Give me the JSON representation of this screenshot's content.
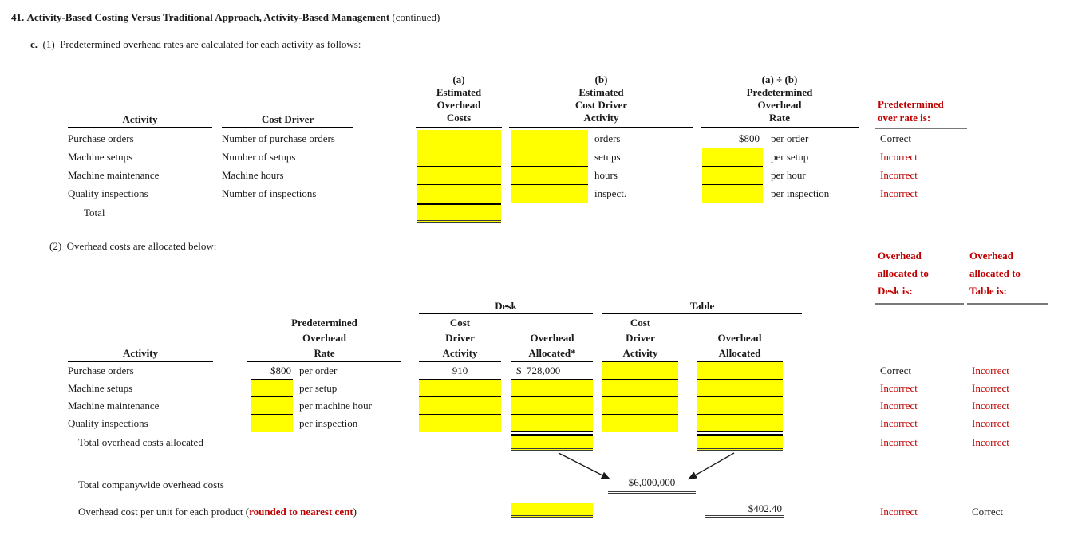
{
  "page": {
    "title_number": "41.",
    "title_bold": "Activity-Based Costing Versus Traditional Approach, Activity-Based Management",
    "title_suffix": "(continued)",
    "section_c_label": "c.",
    "part1_label": "(1)",
    "part1_text": "Predetermined overhead rates are calculated for each activity as follows:",
    "part2_label": "(2)",
    "part2_text": "Overhead costs are allocated below:"
  },
  "colors": {
    "highlight": "#ffff00",
    "status_red": "#c00000",
    "text": "#1a1a1a"
  },
  "table1": {
    "headers": {
      "activity": "Activity",
      "cost_driver": "Cost Driver",
      "a": [
        "(a)",
        "Estimated",
        "Overhead",
        "Costs"
      ],
      "b": [
        "(b)",
        "Estimated",
        "Cost Driver",
        "Activity"
      ],
      "rate": [
        "(a) ÷ (b)",
        "Predetermined",
        "Overhead",
        "Rate"
      ],
      "status": [
        "Predetermined",
        "over rate is:"
      ]
    },
    "rows": [
      {
        "activity": "Purchase orders",
        "cost_driver": "Number of purchase orders",
        "est_overhead": "",
        "est_driver": "",
        "driver_unit": "orders",
        "rate": "$800",
        "rate_unit": "per order",
        "status": "Correct"
      },
      {
        "activity": "Machine setups",
        "cost_driver": "Number of setups",
        "est_overhead": "",
        "est_driver": "",
        "driver_unit": "setups",
        "rate": "",
        "rate_unit": "per setup",
        "status": "Incorrect"
      },
      {
        "activity": "Machine maintenance",
        "cost_driver": "Machine hours",
        "est_overhead": "",
        "est_driver": "",
        "driver_unit": "hours",
        "rate": "",
        "rate_unit": "per hour",
        "status": "Incorrect"
      },
      {
        "activity": "Quality inspections",
        "cost_driver": "Number of inspections",
        "est_overhead": "",
        "est_driver": "",
        "driver_unit": "inspect.",
        "rate": "",
        "rate_unit": "per inspection",
        "status": "Incorrect"
      }
    ],
    "total_label": "Total",
    "total_value": ""
  },
  "table2": {
    "group_desk": "Desk",
    "group_table": "Table",
    "headers": {
      "activity": "Activity",
      "rate": [
        "Predetermined",
        "Overhead",
        "Rate"
      ],
      "cda": [
        "Cost",
        "Driver",
        "Activity"
      ],
      "oa_desk": [
        "Overhead",
        "Allocated*"
      ],
      "oa_table": [
        "Overhead",
        "Allocated"
      ],
      "status_desk": [
        "Overhead",
        "allocated to",
        "Desk is:"
      ],
      "status_table": [
        "Overhead",
        "allocated to",
        "Table is:"
      ]
    },
    "rows": [
      {
        "activity": "Purchase orders",
        "rate": "$800",
        "rate_unit": "per order",
        "desk_cda": "910",
        "desk_oa": "$  728,000",
        "table_cda": "",
        "table_oa": "",
        "status_desk": "Correct",
        "status_table": "Incorrect"
      },
      {
        "activity": "Machine setups",
        "rate": "",
        "rate_unit": "per setup",
        "desk_cda": "",
        "desk_oa": "",
        "table_cda": "",
        "table_oa": "",
        "status_desk": "Incorrect",
        "status_table": "Incorrect"
      },
      {
        "activity": "Machine maintenance",
        "rate": "",
        "rate_unit": "per machine hour",
        "desk_cda": "",
        "desk_oa": "",
        "table_cda": "",
        "table_oa": "",
        "status_desk": "Incorrect",
        "status_table": "Incorrect"
      },
      {
        "activity": "Quality inspections",
        "rate": "",
        "rate_unit": "per inspection",
        "desk_cda": "",
        "desk_oa": "",
        "table_cda": "",
        "table_oa": "",
        "status_desk": "Incorrect",
        "status_table": "Incorrect"
      }
    ],
    "total_row": {
      "label": "Total overhead costs allocated",
      "desk_value": "",
      "table_value": "",
      "status_desk": "Incorrect",
      "status_table": "Incorrect"
    },
    "companywide_row": {
      "label": "Total companywide overhead costs",
      "value": "$6,000,000"
    },
    "per_unit_row": {
      "label_prefix": "Overhead cost per unit for each product (",
      "label_red": "rounded to nearest cent",
      "label_suffix": ")",
      "desk_value": "",
      "table_value": "$402.40",
      "status_desk": "Incorrect",
      "status_table": "Correct"
    }
  }
}
